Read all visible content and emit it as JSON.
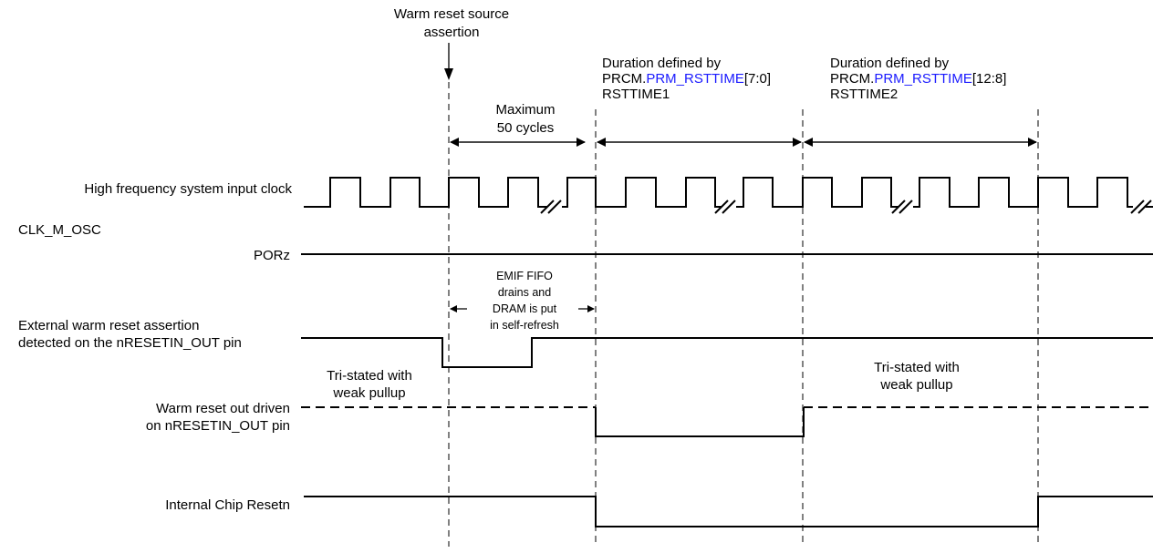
{
  "colors": {
    "link": "#1a1aff",
    "ink": "#000000"
  },
  "header": {
    "warm_reset_line1": "Warm reset source",
    "warm_reset_line2": "assertion"
  },
  "intervals": {
    "max_line1": "Maximum",
    "max_line2": "50 cycles",
    "rst1": {
      "line1": "Duration defined by",
      "prefix": "PRCM.",
      "link": "PRM_RSTTIME",
      "range": "[7:0]",
      "line3": "RSTTIME1"
    },
    "rst2": {
      "line1": "Duration defined by",
      "prefix": "PRCM.",
      "link": "PRM_RSTTIME",
      "range": "[12:8]",
      "line3": "RSTTIME2"
    }
  },
  "signals": {
    "clock_label": "High frequency system input clock",
    "clock_name": "CLK_M_OSC",
    "porz": "PORz",
    "ext_line1": "External warm reset assertion",
    "ext_line2": "detected on the nRESETIN_OUT pin",
    "warm_out_line1": "Warm reset out driven",
    "warm_out_line2": "on nRESETIN_OUT pin",
    "internal": "Internal Chip Resetn"
  },
  "notes": {
    "emif_lines": [
      "EMIF FIFO",
      "drains and",
      "DRAM is put",
      "in self-refresh"
    ],
    "tri1_line1": "Tri-stated with",
    "tri1_line2": "weak pullup",
    "tri2_line1": "Tri-stated with",
    "tri2_line2": "weak pullup"
  }
}
